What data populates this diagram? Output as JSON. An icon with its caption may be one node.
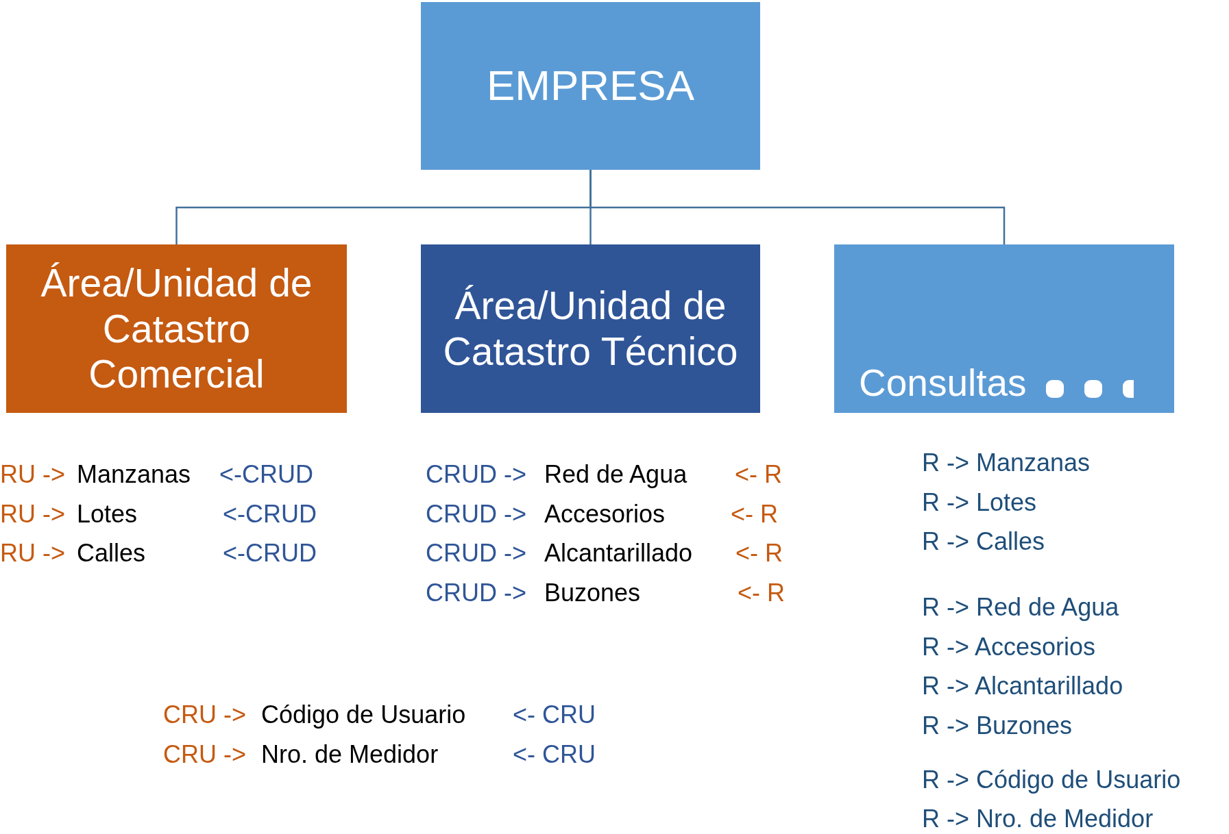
{
  "diagram": {
    "nodes": [
      {
        "text": [
          "EMPRESA"
        ]
      },
      {
        "text": [
          "Área/Unidad de Catastro Comercial"
        ]
      },
      {
        "text": [
          "Área/Unidad de Catastro Técnico"
        ]
      },
      {
        "text": [
          "Consultas"
        ]
      }
    ],
    "edges": [
      {
        "from": 0,
        "to": 1,
        "arrow": "none"
      },
      {
        "from": 0,
        "to": 2,
        "arrow": "none"
      },
      {
        "from": 0,
        "to": 3,
        "arrow": "none"
      }
    ],
    "labels": [
      "RU ->",
      "Manzanas",
      "<-CRUD",
      "RU ->",
      "Lotes",
      "<-CRUD",
      "RU ->",
      "Calles",
      "<-CRUD",
      "CRUD ->",
      "Red de Agua",
      "<- R",
      "CRUD ->",
      "Accesorios",
      "<- R",
      "CRUD ->",
      "Alcantarillado",
      "<- R",
      "CRUD ->",
      "Buzones",
      "<- R",
      "R -> Manzanas",
      "R -> Lotes",
      "R -> Calles",
      "R -> Red de Agua",
      "R -> Accesorios",
      "R -> Alcantarillado",
      "R -> Buzones",
      "R -> Código de Usuario",
      "R -> Nro. de Medidor",
      "CRU ->",
      "Código de Usuario",
      "<- CRU",
      "CRU ->",
      "Nro. de Medidor",
      "<- CRU"
    ]
  }
}
